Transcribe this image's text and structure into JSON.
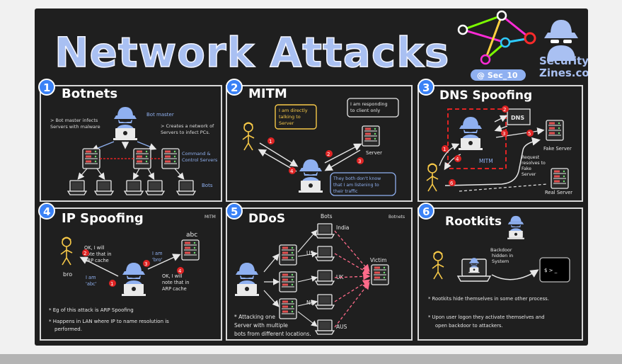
{
  "header": {
    "title": "Network Attacks",
    "brand_line1": "Security",
    "brand_line2": "Zines.com",
    "handle": "@ Sec_10"
  },
  "colors": {
    "board": "#1f1f1f",
    "title_fill": "#a9c0f2",
    "panel_border": "#d9d9d9",
    "badge_fill": "#3b82f6",
    "accent_red": "#e02424",
    "accent_yellow": "#f7c948",
    "accent_blue": "#8fb0f0",
    "accent_pink": "#ff6b8a"
  },
  "panels": {
    "botnets": {
      "number": "1",
      "title": "Botnets",
      "note_left": [
        "> Bot master infects",
        "Servers with malware"
      ],
      "bot_master": "Bot master",
      "note_right": [
        "> Creates a network of",
        "Servers to infect PCs."
      ],
      "cc": [
        "Command &",
        "Control Servers"
      ],
      "bots": "Bots"
    },
    "mitm": {
      "number": "2",
      "title": "MITM",
      "bubble_left": [
        "I am directly",
        "talking to",
        "Server"
      ],
      "bubble_right": [
        "I am responding",
        "to client only"
      ],
      "server": "Server",
      "bubble_bottom": [
        "They both don't know",
        "that I am listening to",
        "their traffic"
      ],
      "steps": [
        "1",
        "2",
        "3",
        "4"
      ]
    },
    "dns": {
      "number": "3",
      "title": "DNS Spoofing",
      "dns_label": "DNS",
      "mitm_label": "MITM",
      "fake_server": "Fake Server",
      "request_note": [
        "Request",
        "resolves to",
        "Fake",
        "Server"
      ],
      "real_server": "Real Server",
      "steps": [
        "1",
        "2",
        "3",
        "4",
        "5",
        "6"
      ]
    },
    "ip": {
      "number": "4",
      "title": "IP Spoofing",
      "tag": "MITM",
      "abc": "abc",
      "ok_top": [
        "OK, I will",
        "note that in",
        "ARP cache"
      ],
      "i_am_bro": [
        "I am",
        "'bro'"
      ],
      "bro": "bro",
      "i_am_abc": [
        "I am",
        "'abc'"
      ],
      "ok_bottom": [
        "OK, I will",
        "note that in",
        "ARP cache"
      ],
      "notes": [
        "* Eg of this attack is ARP Spoofing",
        "* Happens in LAN where IP to name resolution is",
        "performed."
      ],
      "steps": [
        "1",
        "2",
        "3",
        "4"
      ]
    },
    "ddos": {
      "number": "5",
      "title": "DDoS",
      "tag": "Botnets",
      "bots": "Bots",
      "countries": [
        "India",
        "US",
        "UK",
        "NL",
        "AUS"
      ],
      "victim": "Victim",
      "note": [
        "* Attacking one",
        "Server with multiple",
        "bots from different locations."
      ]
    },
    "rootkits": {
      "number": "6",
      "title": "Rootkits",
      "backdoor": [
        "Backdoor",
        "hidden in",
        "System"
      ],
      "terminal": "$ > _",
      "notes": [
        "* Rootkits hide themselves in some other process.",
        "* Upon user logon they activate themselves and",
        "open backdoor to attackers."
      ]
    }
  }
}
